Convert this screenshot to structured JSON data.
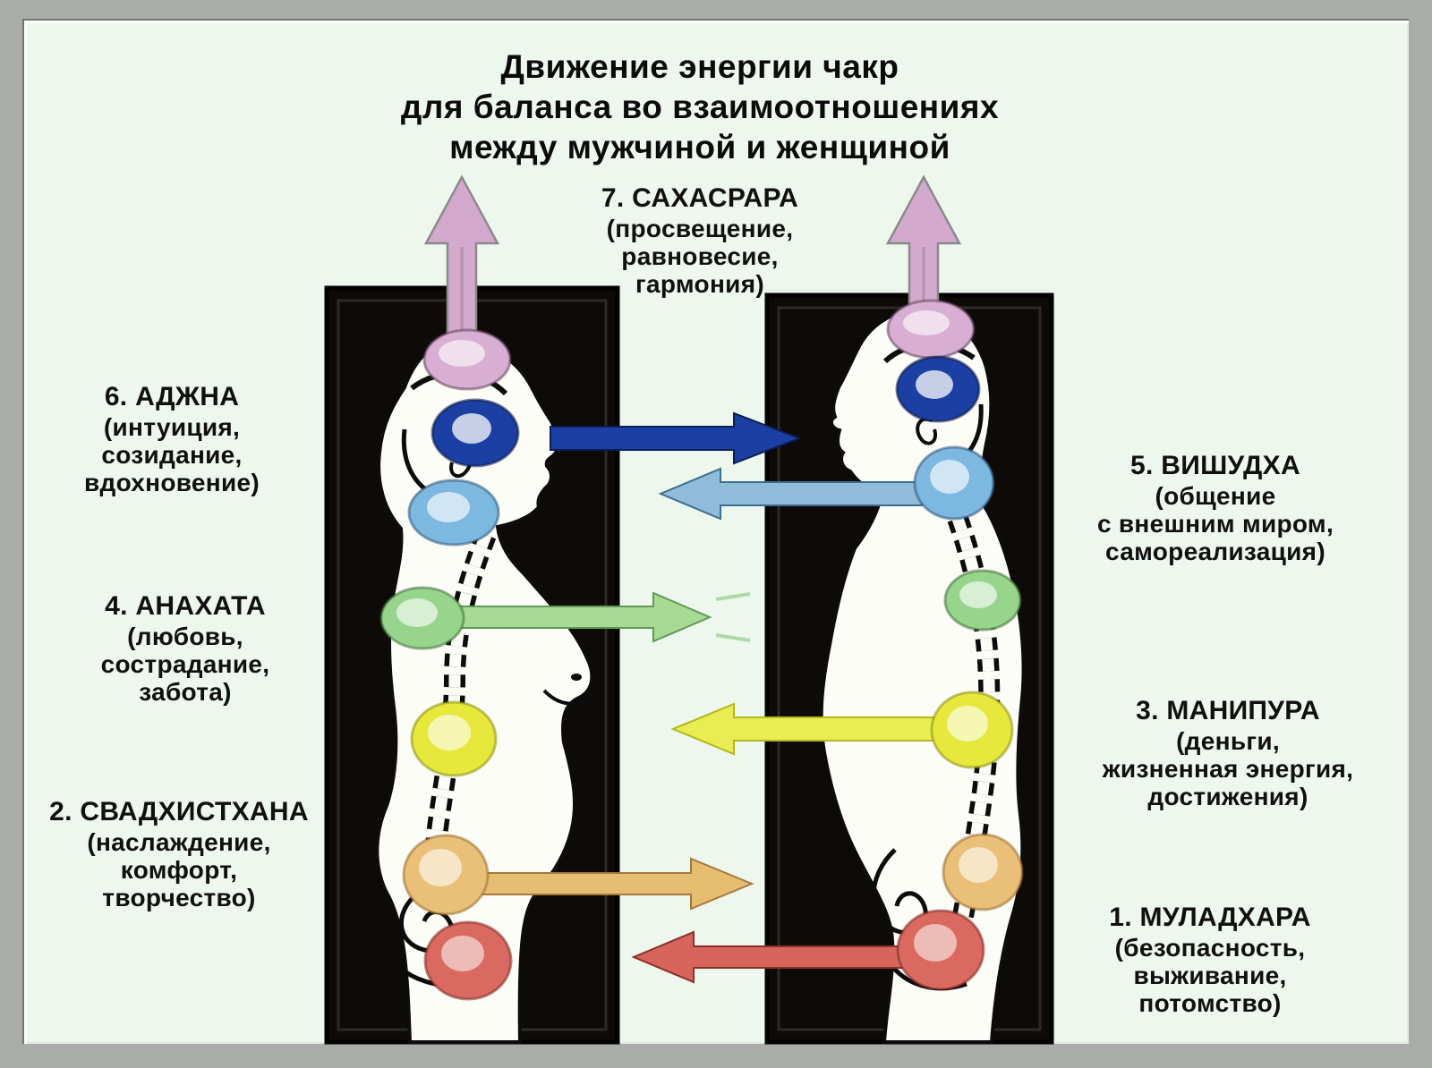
{
  "poster": {
    "title_lines": [
      "Движение энергии чакр",
      "для баланса во взаимоотношениях",
      "между мужчиной и женщиной"
    ]
  },
  "chakra_labels": [
    {
      "name": "7. САХАСРАРА",
      "desc1": "(просвещение,",
      "desc2": "равновесие,",
      "desc3": "гармония)"
    },
    {
      "name": "6. АДЖНА",
      "desc1": "(интуиция,",
      "desc2": "созидание,",
      "desc3": "вдохновение)"
    },
    {
      "name": "5. ВИШУДХА",
      "desc1": "(общение",
      "desc2": "с внешним миром,",
      "desc3": "самореализация)"
    },
    {
      "name": "4. АНАХАТА",
      "desc1": "(любовь,",
      "desc2": "сострадание,",
      "desc3": "забота)"
    },
    {
      "name": "3. МАНИПУРА",
      "desc1": "(деньги,",
      "desc2": "жизненная энергия,",
      "desc3": "достижения)"
    },
    {
      "name": "2. СВАДХИСТХАНА",
      "desc1": "(наслаждение,",
      "desc2": "комфорт,",
      "desc3": "творчество)"
    },
    {
      "name": "1. МУЛАДХАРА",
      "desc1": "(безопасность,",
      "desc2": "выживание,",
      "desc3": "потомство)"
    }
  ],
  "colors": {
    "frame": "#a9aca8",
    "paper": "#edf7ee",
    "panel": "#0d0a08",
    "body": "#fdfdf8",
    "sahasrara": "#d9aed3",
    "ajna": "#1c3fa3",
    "vishudha": "#7db8e0",
    "anahata": "#97d58d",
    "manipura": "#e6e83c",
    "svadhisthana": "#eabf77",
    "muladhara": "#da6a5f",
    "arrow_sahasrara": "#d4a9ce",
    "arrow_ajna": "#1c3fa3",
    "arrow_vishudha": "#8fbcd9",
    "arrow_anahata": "#a8da96",
    "arrow_manipura": "#e9ec52",
    "arrow_svadhisthana": "#e7bd72",
    "arrow_muladhara": "#d8655c"
  }
}
